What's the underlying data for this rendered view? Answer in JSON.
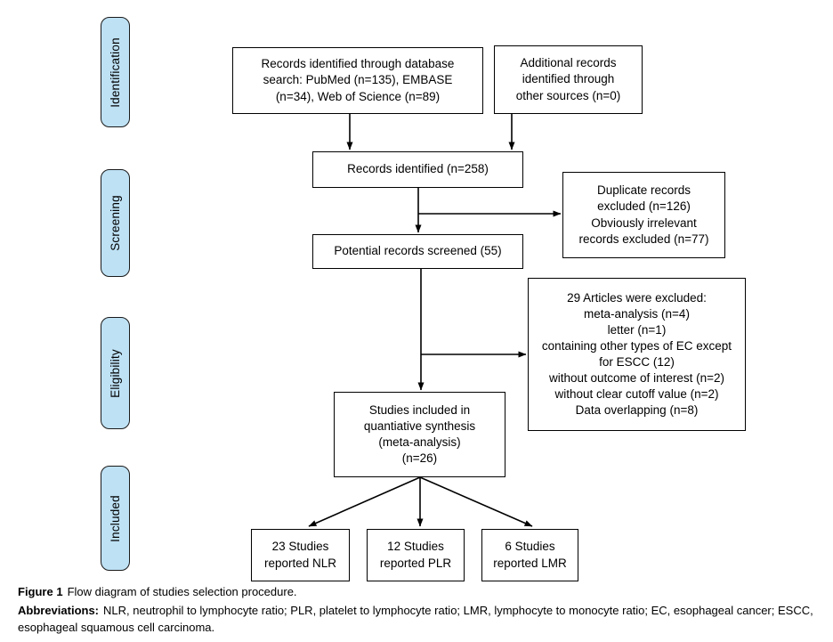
{
  "figure": {
    "stages": [
      {
        "label": "Identification"
      },
      {
        "label": "Screening"
      },
      {
        "label": "Eligibility"
      },
      {
        "label": "Included"
      }
    ],
    "boxes": {
      "database_records": "Records identified through database\nsearch: PubMed (n=135), EMBASE\n(n=34), Web of Science (n=89)",
      "additional_records": "Additional records\nidentified through\nother sources (n=0)",
      "records_identified": "Records identified (n=258)",
      "duplicates_excluded": "Duplicate records\nexcluded (n=126)\nObviously irrelevant\nrecords excluded (n=77)",
      "records_screened": "Potential records screened (55)",
      "articles_excluded": "29 Articles were excluded:\nmeta-analysis (n=4)\nletter (n=1)\ncontaining other types of EC except\nfor ESCC (12)\nwithout outcome of interest (n=2)\nwithout clear cutoff value (n=2)\nData overlapping (n=8)",
      "studies_included": "Studies included in\nquantiative synthesis\n(meta-analysis)\n(n=26)",
      "nlr_studies": "23 Studies\nreported NLR",
      "plr_studies": "12 Studies\nreported PLR",
      "lmr_studies": "6 Studies\nreported LMR"
    }
  },
  "caption": {
    "figure_label": "Figure 1",
    "figure_text": "Flow diagram of studies selection procedure.",
    "abbrev_label": "Abbreviations:",
    "abbrev_text": "NLR, neutrophil to lymphocyte ratio; PLR, platelet to lymphocyte ratio; LMR, lymphocyte to monocyte ratio; EC, esophageal cancer; ESCC, esophageal squamous cell carcinoma."
  },
  "colors": {
    "stage_fill": "#bee1f4",
    "box_border": "#000000",
    "arrow": "#000000"
  }
}
